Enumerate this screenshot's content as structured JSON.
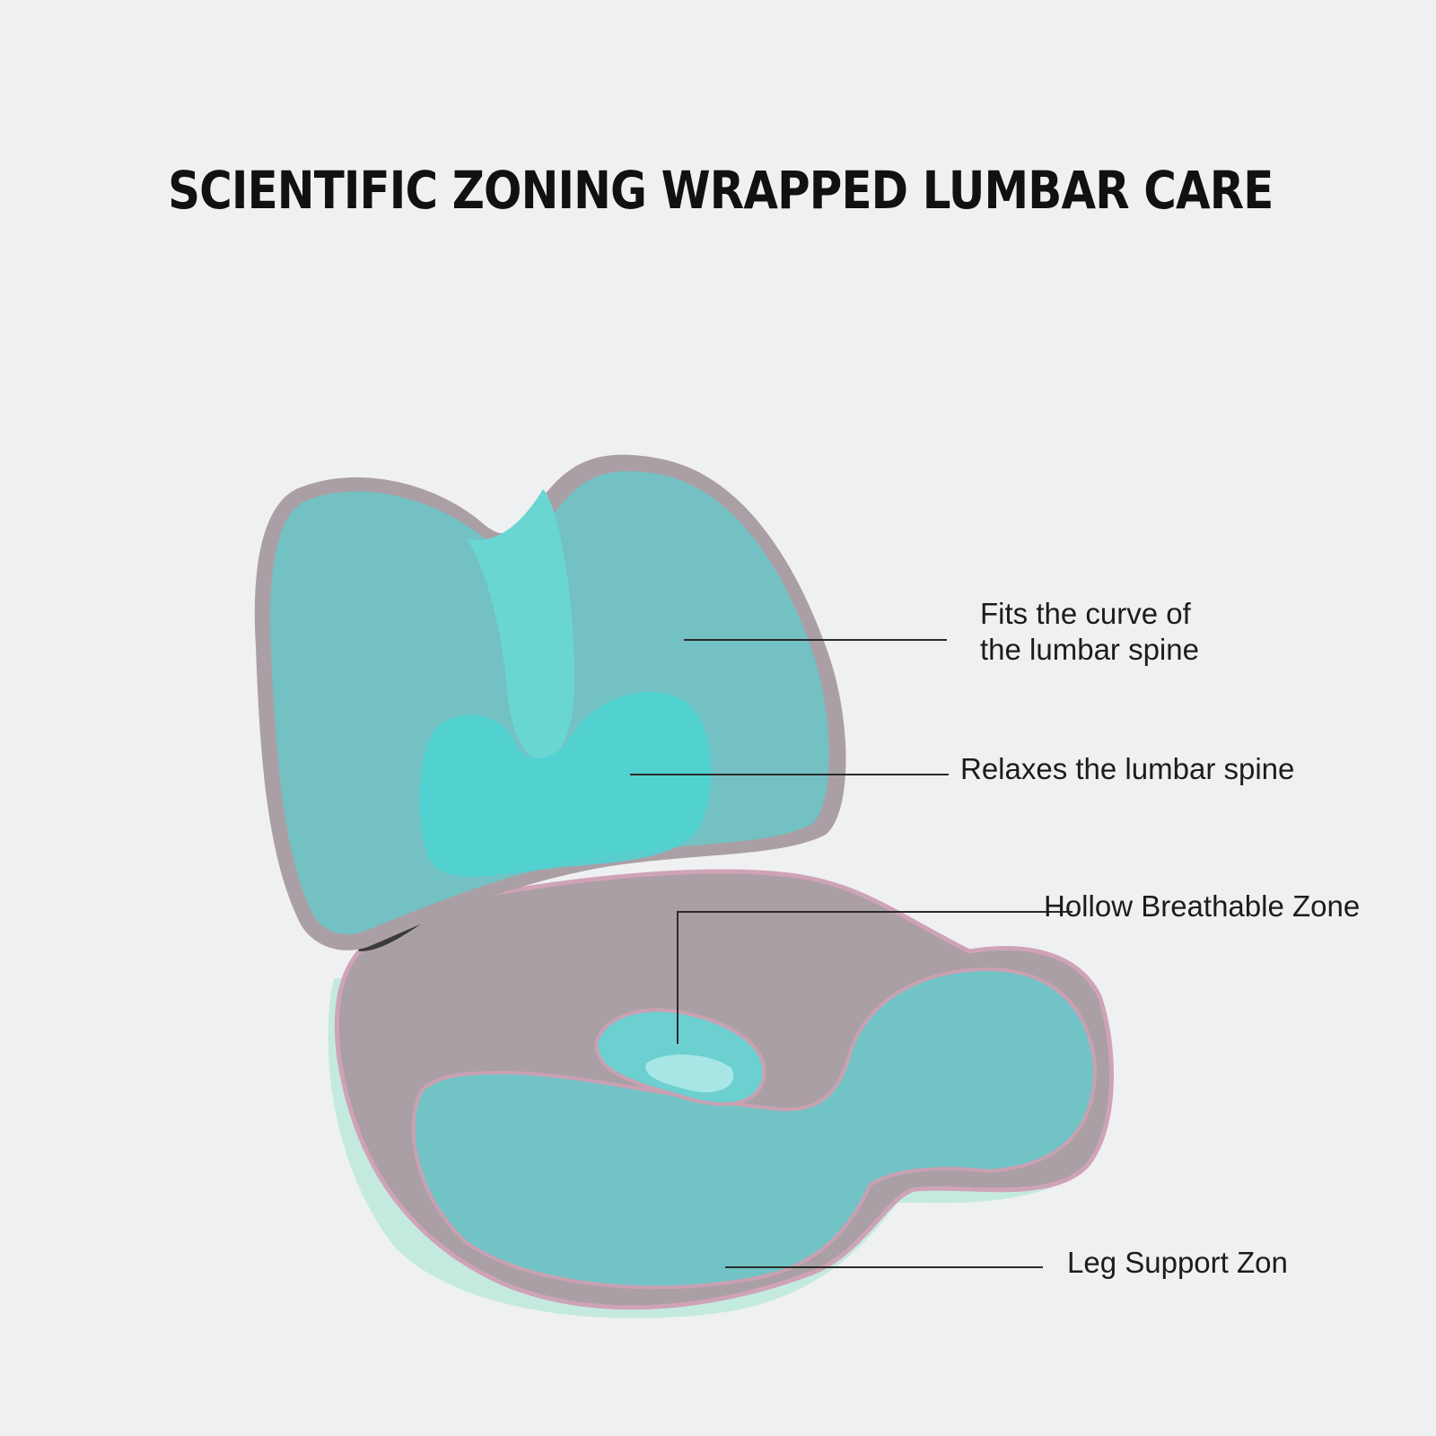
{
  "headline": "SCIENTIFIC ZONING WRAPPED LUMBAR CARE",
  "callouts": {
    "lumbar_curve_line1": "Fits the curve of",
    "lumbar_curve_line2": "the lumbar spine",
    "relaxes": "Relaxes the lumbar spine",
    "hollow": "Hollow Breathable Zone",
    "leg": "Leg Support Zon"
  },
  "colors": {
    "background": "#eff0f2",
    "cushion_cover": "#a89ea3",
    "zone_teal": "#6fc4c6",
    "zone_bright": "#4fd4d6",
    "side_mint": "#bfe8de"
  }
}
